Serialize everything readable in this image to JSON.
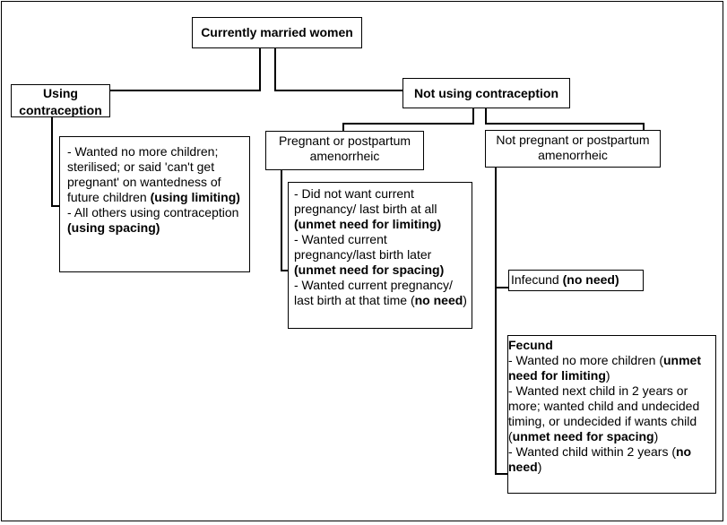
{
  "root": {
    "label": "Currently married women"
  },
  "using": {
    "label": "Using contraception"
  },
  "not_using": {
    "label": "Not using contraception"
  },
  "using_details": {
    "item1_text": "- Wanted no more children; sterilised; or said 'can't get pregnant' on wantedness of future children ",
    "item1_bold": "(using limiting)",
    "item2_text": "- All others using contraception ",
    "item2_bold": "(using spacing)"
  },
  "pregnant": {
    "label": "Pregnant or postpartum amenorrheic",
    "item1_text": "- Did not want current pregnancy/ last birth at all ",
    "item1_bold": "(unmet need for limiting)",
    "item2_text": "- Wanted current pregnancy/last birth later ",
    "item2_bold": "(unmet need for spacing)",
    "item3_text": "- Wanted current pregnancy/ last birth at that time (",
    "item3_bold": "no need",
    "item3_tail": ")"
  },
  "not_pregnant": {
    "label": "Not pregnant or postpartum amenorrheic"
  },
  "infecund": {
    "text": "Infecund ",
    "bold": "(no need)"
  },
  "fecund": {
    "title": "Fecund",
    "item1_text": "- Wanted no more children (",
    "item1_bold": "unmet need for limiting",
    "item1_tail": ")",
    "item2_text": "- Wanted next child in 2 years or more; wanted child and undecided timing, or undecided if wants child (",
    "item2_bold": "unmet need for spacing",
    "item2_tail": ")",
    "item3_text": "- Wanted child within 2 years (",
    "item3_bold": "no need",
    "item3_tail": ")"
  }
}
